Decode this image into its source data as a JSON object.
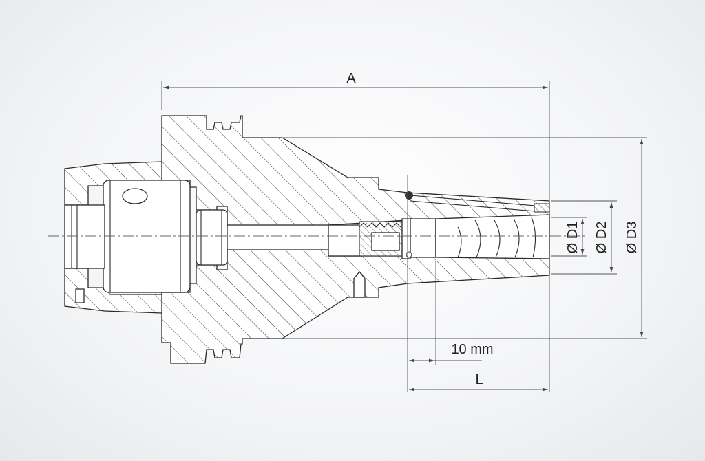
{
  "labels": {
    "overall_length": "A",
    "clamp_length": "L",
    "step": "10 mm",
    "d1": "Ø D1",
    "d2": "Ø D2",
    "d3": "Ø D3"
  },
  "colors": {
    "line": "#2a2a2a",
    "hatch": "#3a3a3a",
    "background": "#f1f2f4"
  }
}
